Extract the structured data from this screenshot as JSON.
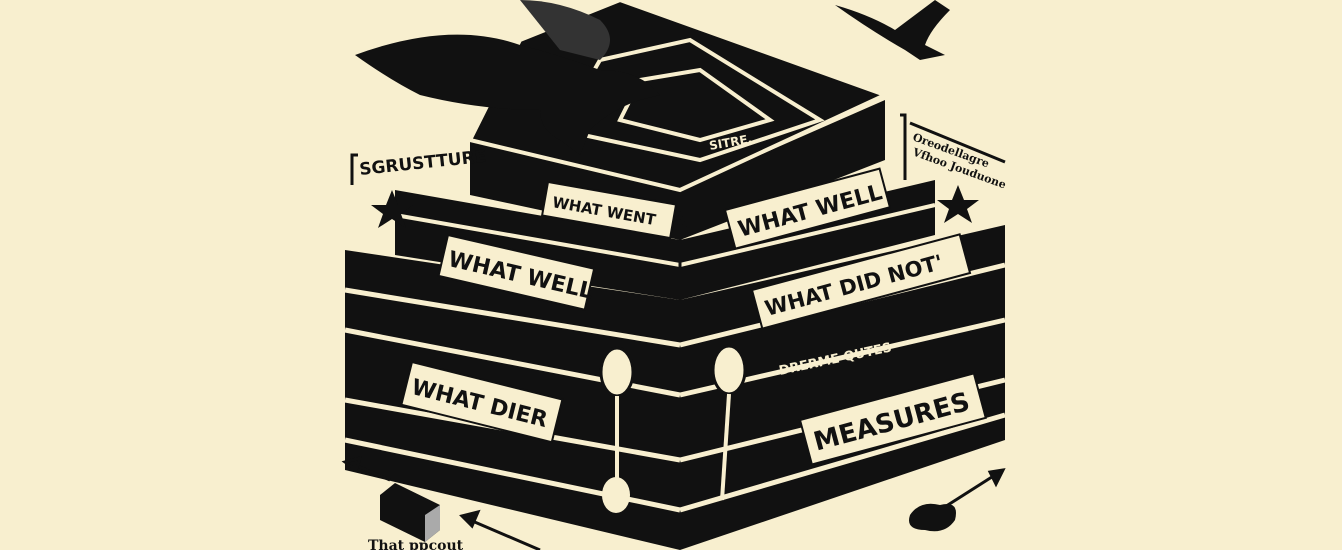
{
  "colors": {
    "background": "#f8efcf",
    "ink": "#111111",
    "label_bg": "#f8efcf"
  },
  "labels": {
    "structure": "SGRUSTTURE",
    "top_note": "SITRE.",
    "what_went": "WHAT WENT",
    "what_well_right": "WHAT WELL",
    "what_well_left": "WHAT WELL",
    "what_did_not": "WHAT DID NOT'",
    "dreame_qutes": "DRERME QUTES",
    "what_dier": "WHAT DIER",
    "measures": "MEASURES",
    "note_line1": "Oreodellagre",
    "note_line2": "Vfhoo Jouduone",
    "bottom_caption": "That ppcout"
  },
  "icons": [
    "eagle-icon",
    "star-icon",
    "block-icon",
    "arrow-icon",
    "magnifier-icon"
  ]
}
